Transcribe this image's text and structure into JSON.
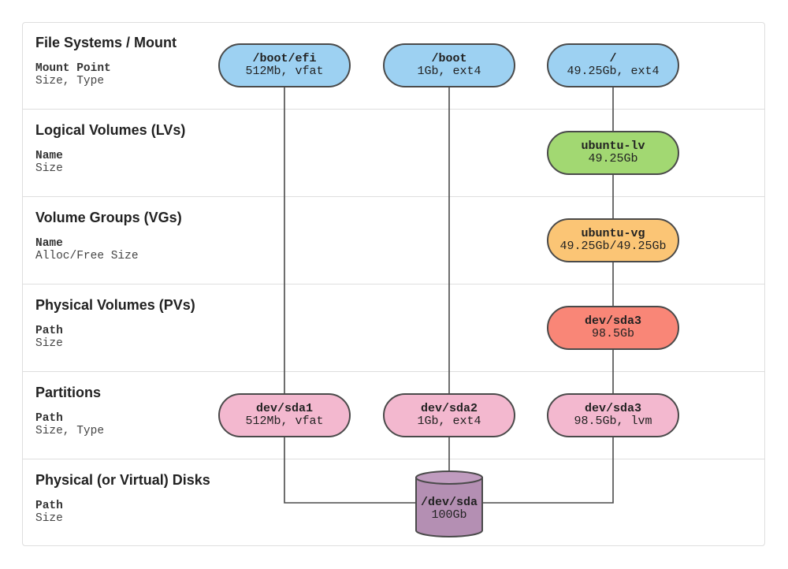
{
  "rows": [
    {
      "title": "File Systems / Mount",
      "line1": "Mount Point",
      "line2": "Size, Type"
    },
    {
      "title": "Logical Volumes (LVs)",
      "line1": "Name",
      "line2": "Size"
    },
    {
      "title": "Volume Groups (VGs)",
      "line1": "Name",
      "line2": "Alloc/Free Size"
    },
    {
      "title": "Physical Volumes (PVs)",
      "line1": "Path",
      "line2": "Size"
    },
    {
      "title": "Partitions",
      "line1": "Path",
      "line2": "Size, Type"
    },
    {
      "title": "Physical (or Virtual) Disks",
      "line1": "Path",
      "line2": "Size"
    }
  ],
  "filesystems": [
    {
      "name": "/boot/efi",
      "detail": "512Mb, vfat"
    },
    {
      "name": "/boot",
      "detail": "1Gb, ext4"
    },
    {
      "name": "/",
      "detail": "49.25Gb, ext4"
    }
  ],
  "logical_volume": {
    "name": "ubuntu-lv",
    "detail": "49.25Gb"
  },
  "volume_group": {
    "name": "ubuntu-vg",
    "detail": "49.25Gb/49.25Gb"
  },
  "physical_volume": {
    "name": "dev/sda3",
    "detail": "98.5Gb"
  },
  "partitions": [
    {
      "name": "dev/sda1",
      "detail": "512Mb, vfat"
    },
    {
      "name": "dev/sda2",
      "detail": "1Gb, ext4"
    },
    {
      "name": "dev/sda3",
      "detail": "98.5Gb, lvm"
    }
  ],
  "disk": {
    "name": "/dev/sda",
    "detail": "100Gb"
  },
  "colors": {
    "filesystem": "#9dd1f2",
    "logical_volume": "#a2d872",
    "volume_group": "#fbc575",
    "physical_volume": "#f98677",
    "partition": "#f3b8cf",
    "disk": "#b48fb3",
    "outline": "#4a4a4a"
  }
}
